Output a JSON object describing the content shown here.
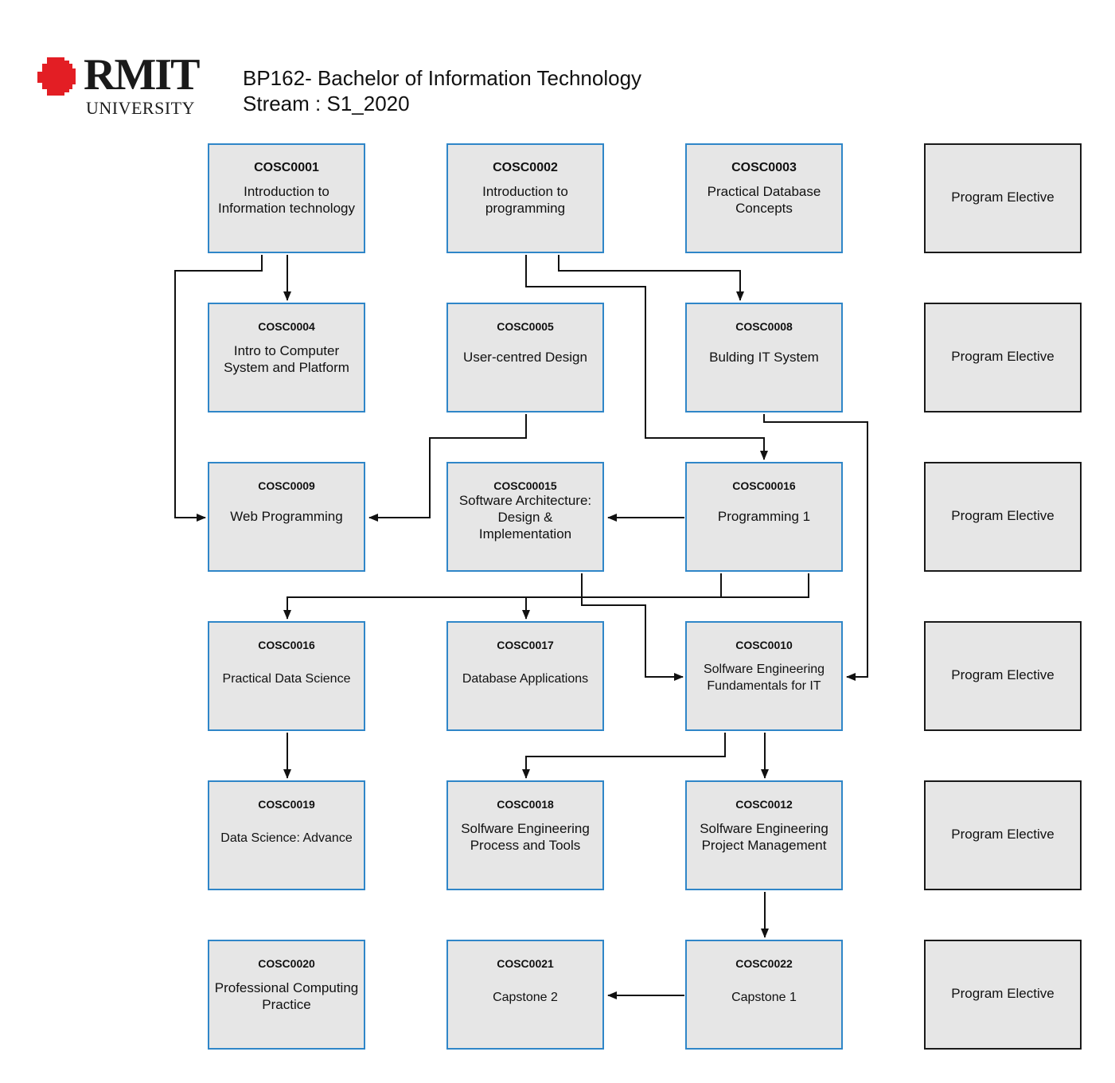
{
  "logo": {
    "wordmark": "RMIT",
    "sub": "UNIVERSITY"
  },
  "heading": {
    "line1": "BP162- Bachelor of Information Technology",
    "line2": "Stream : S1_2020"
  },
  "courses": {
    "c1": {
      "code": "COSC0001",
      "title": "Introduction to Information technology"
    },
    "c2": {
      "code": "COSC0002",
      "title": "Introduction to programming"
    },
    "c3": {
      "code": "COSC0003",
      "title": "Practical Database Concepts"
    },
    "c4": {
      "code": "COSC0004",
      "title": "Intro to Computer System and Platform"
    },
    "c5": {
      "code": "COSC0005",
      "title": "User-centred Design"
    },
    "c8": {
      "code": "COSC0008",
      "title": "Bulding IT System"
    },
    "c9": {
      "code": "COSC0009",
      "title": "Web Programming"
    },
    "c15": {
      "code": "COSC00015",
      "title": "Software Architecture: Design & Implementation"
    },
    "c16b": {
      "code": "COSC00016",
      "title": "Programming 1"
    },
    "c16": {
      "code": "COSC0016",
      "title": "Practical Data Science"
    },
    "c17": {
      "code": "COSC0017",
      "title": "Database Applications"
    },
    "c10": {
      "code": "COSC0010",
      "title": "Solfware Engineering Fundamentals for IT"
    },
    "c19": {
      "code": "COSC0019",
      "title": "Data Science: Advance"
    },
    "c18": {
      "code": "COSC0018",
      "title": "Solfware Engineering Process and Tools"
    },
    "c12": {
      "code": "COSC0012",
      "title": "Solfware Engineering Project Management"
    },
    "c20": {
      "code": "COSC0020",
      "title": "Professional Computing Practice"
    },
    "c21": {
      "code": "COSC0021",
      "title": "Capstone 2"
    },
    "c22": {
      "code": "COSC0022",
      "title": "Capstone 1"
    }
  },
  "electives": [
    "Program Elective",
    "Program Elective",
    "Program Elective",
    "Program Elective",
    "Program Elective",
    "Program Elective"
  ],
  "colors": {
    "course_border": "#2f86c8",
    "elective_border": "#1a1a1a",
    "box_fill": "#e6e6e6",
    "logo_red": "#e31e24"
  }
}
